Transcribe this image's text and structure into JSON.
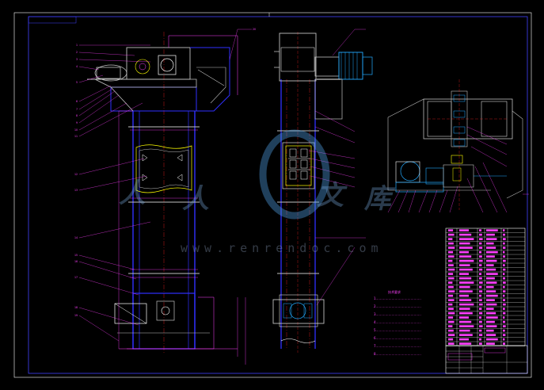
{
  "watermark": {
    "chars": [
      "人",
      "人",
      "文",
      "库"
    ],
    "url": "www.renrendoc.com"
  },
  "notes": {
    "title": "技术要求",
    "lines": [
      "1.……………………………………",
      "2.……………………………………",
      "3.……………………………………",
      "4.……………………………………",
      "5.……………………………………",
      "6.……………………………………",
      "7.……………………………………",
      "8.……………………………………"
    ]
  },
  "colors": {
    "border": "#4040ff",
    "outline": "#ff40ff",
    "structure": "#3030ff",
    "centerline": "#ff2020",
    "highlight": "#ffff00",
    "motor": "#22aaff",
    "gray": "#c0c0c0",
    "white": "#ffffff"
  }
}
